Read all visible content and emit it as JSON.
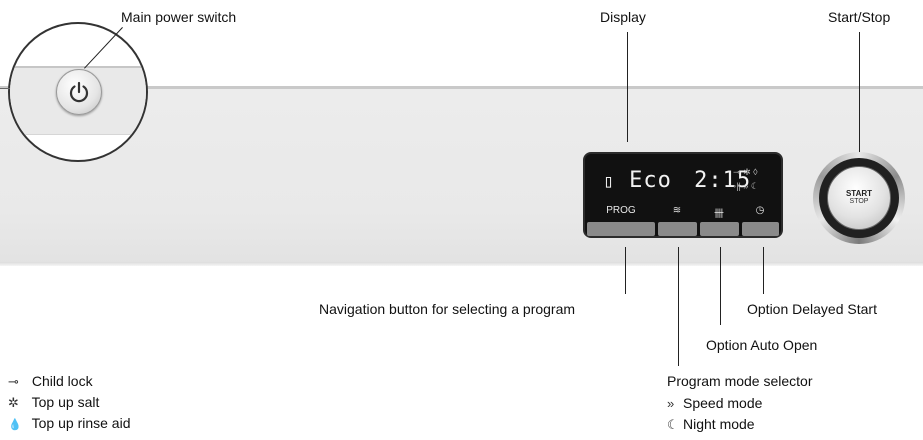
{
  "callouts": {
    "main_power": "Main power switch",
    "display": "Display",
    "start_stop": "Start/Stop",
    "navigation": "Navigation button for selecting a program",
    "delayed_start": "Option Delayed Start",
    "auto_open": "Option Auto Open",
    "program_mode": "Program mode selector"
  },
  "display": {
    "program": "Eco",
    "time": "2:15",
    "labels": [
      "PROG",
      "≋",
      "卌",
      "◷"
    ]
  },
  "start_stop_button": {
    "start": "START",
    "stop": "STOP"
  },
  "legend_left": [
    {
      "icon": "child-lock-icon",
      "glyph": "⊸",
      "label": "Child lock"
    },
    {
      "icon": "salt-icon",
      "glyph": "✲",
      "label": "Top up salt"
    },
    {
      "icon": "rinse-aid-icon",
      "glyph": "💧",
      "label": "Top up rinse aid"
    }
  ],
  "legend_right": [
    {
      "icon": "speed-mode-icon",
      "glyph": "»",
      "label": "Speed mode"
    },
    {
      "icon": "night-mode-icon",
      "glyph": "☾",
      "label": "Night mode"
    }
  ]
}
